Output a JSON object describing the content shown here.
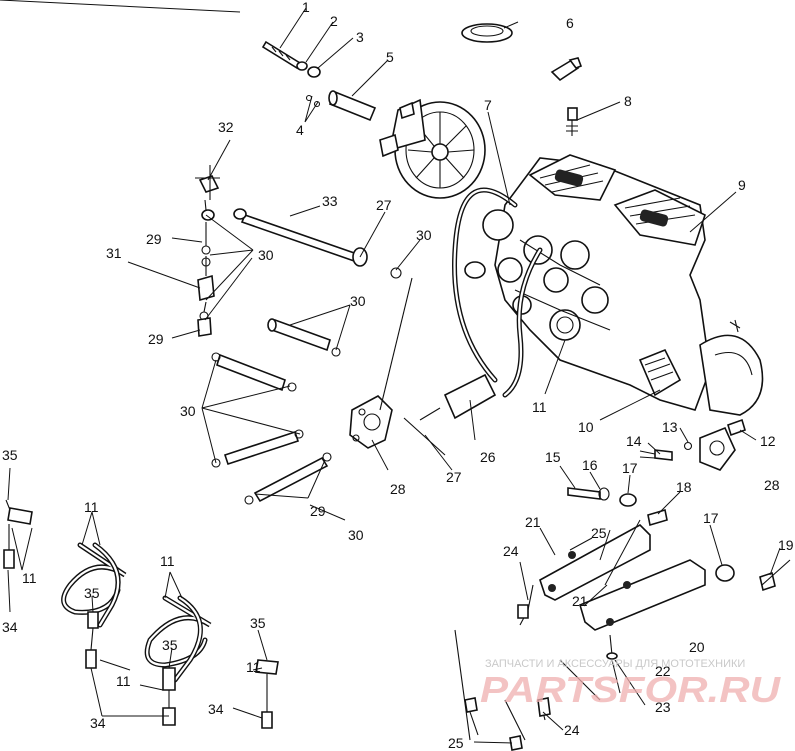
{
  "callouts": [
    "1",
    "2",
    "3",
    "4",
    "5",
    "6",
    "7",
    "8",
    "9",
    "10",
    "11",
    "12",
    "13",
    "14",
    "15",
    "16",
    "17",
    "18",
    "19",
    "20",
    "21",
    "22",
    "23",
    "24",
    "25",
    "26",
    "27",
    "28",
    "29",
    "30",
    "31",
    "32",
    "33",
    "34",
    "35"
  ],
  "watermark": {
    "caption": "ЗАПЧАСТИ И АКСЕССУАРЫ ДЛЯ МОТОТЕХНИКИ",
    "logo": "PARTSFOR.RU"
  }
}
